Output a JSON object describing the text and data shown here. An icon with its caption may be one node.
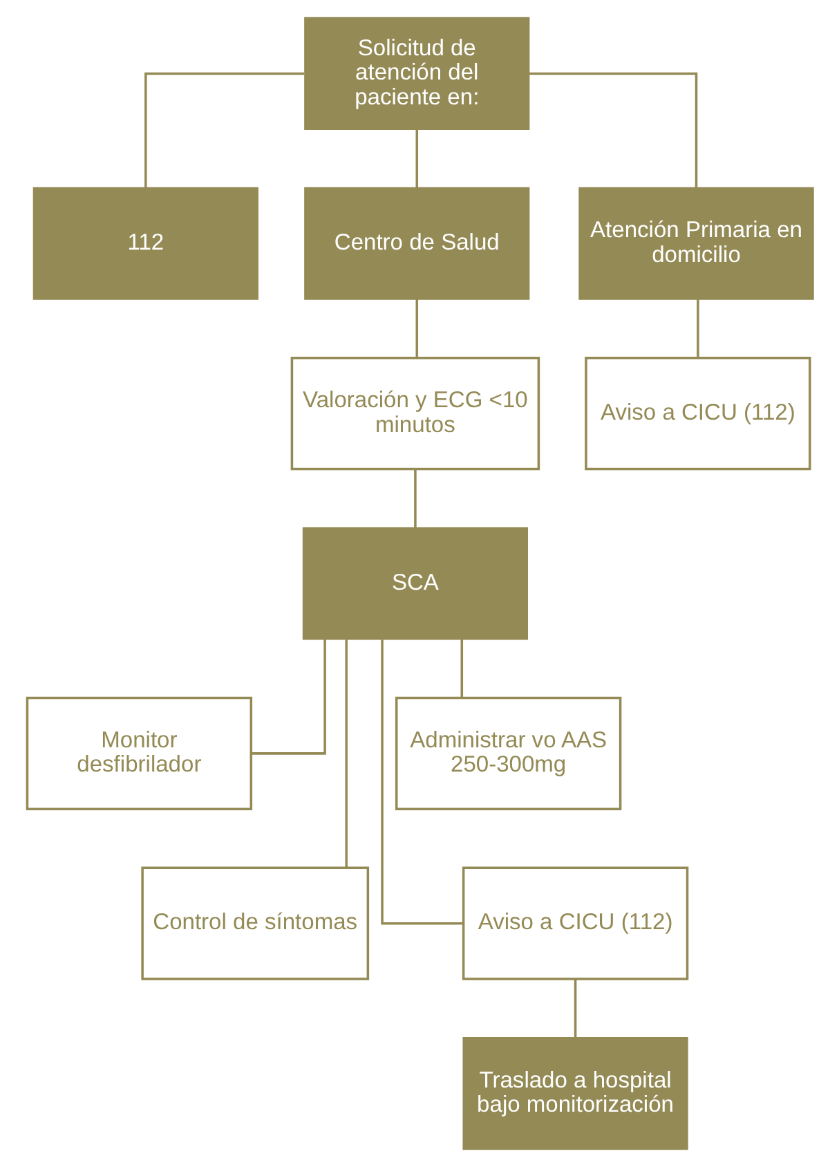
{
  "diagram": {
    "nodes": [
      {
        "text": [
          "Solicitud de atención del paciente en:"
        ]
      },
      {
        "text": [
          "112"
        ]
      },
      {
        "text": [
          "Centro de Salud"
        ]
      },
      {
        "text": [
          "Atención Primaria en domicilio"
        ]
      },
      {
        "text": [
          "Valoración y ECG <10 minutos"
        ]
      },
      {
        "text": [
          "Aviso a CICU (112)"
        ]
      },
      {
        "text": [
          "SCA"
        ]
      },
      {
        "text": [
          "Monitor desfibrilador"
        ]
      },
      {
        "text": [
          "Administrar vo AAS 250-300mg"
        ]
      },
      {
        "text": [
          "Control de síntomas"
        ]
      },
      {
        "text": [
          "Aviso a CICU (112)"
        ]
      },
      {
        "text": [
          "Traslado a hospital bajo monitorización"
        ]
      }
    ],
    "edges": [
      {
        "from": 0,
        "to": 1,
        "arrow": "none"
      },
      {
        "from": 0,
        "to": 2,
        "arrow": "none"
      },
      {
        "from": 0,
        "to": 3,
        "arrow": "none"
      },
      {
        "from": 2,
        "to": 4,
        "arrow": "none"
      },
      {
        "from": 3,
        "to": 5,
        "arrow": "none"
      },
      {
        "from": 4,
        "to": 6,
        "arrow": "none"
      },
      {
        "from": 6,
        "to": 7,
        "arrow": "none"
      },
      {
        "from": 6,
        "to": 8,
        "arrow": "none"
      },
      {
        "from": 6,
        "to": 9,
        "arrow": "none"
      },
      {
        "from": 6,
        "to": 10,
        "arrow": "none"
      },
      {
        "from": 10,
        "to": 11,
        "arrow": "none"
      }
    ]
  }
}
